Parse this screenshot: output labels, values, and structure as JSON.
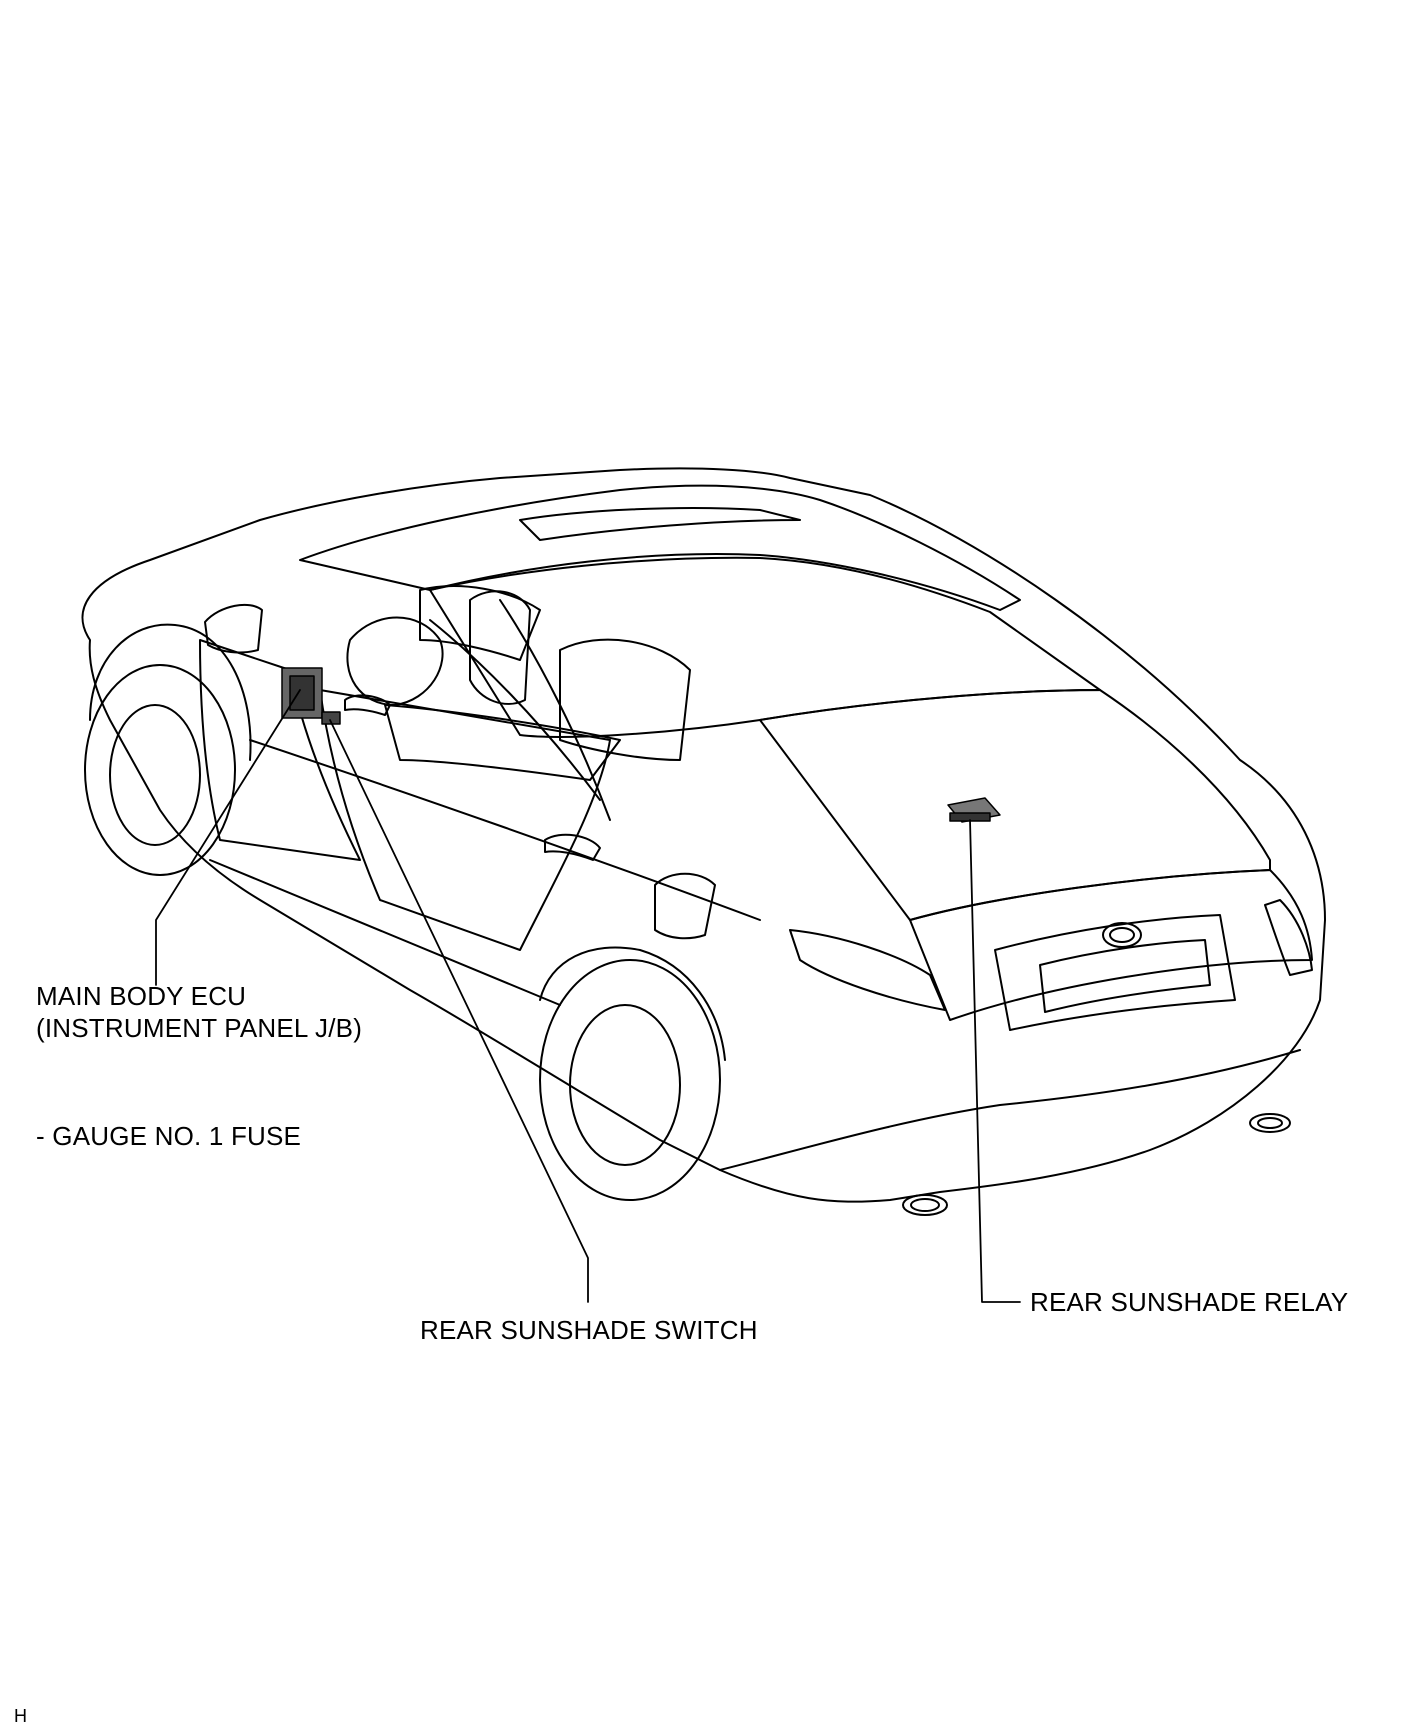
{
  "labels": {
    "main_body_ecu": "MAIN BODY ECU",
    "instrument_panel_jb": "(INSTRUMENT PANEL J/B)",
    "gauge_fuse": "- GAUGE NO. 1 FUSE",
    "rear_sunshade_switch": "REAR SUNSHADE SWITCH",
    "rear_sunshade_relay": "REAR SUNSHADE RELAY",
    "corner_code": "H"
  },
  "colors": {
    "line": "#000000",
    "background": "#ffffff"
  }
}
